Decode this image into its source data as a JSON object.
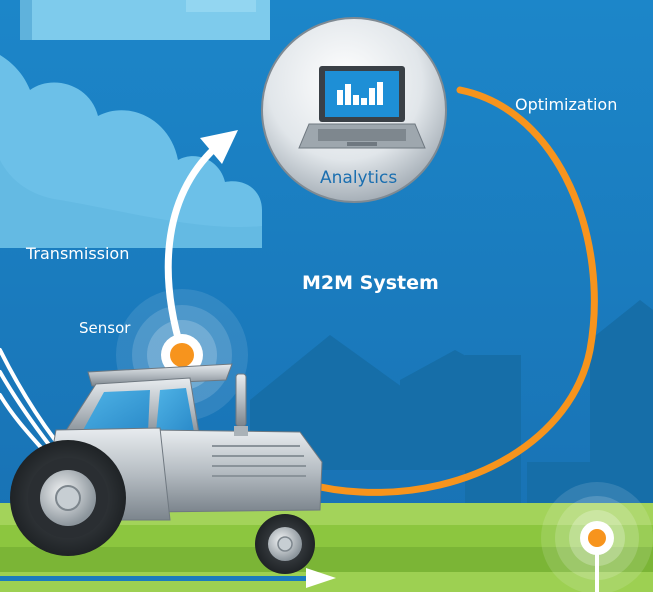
{
  "diagram": {
    "title": "M2M System",
    "labels": {
      "transmission": "Transmission",
      "optimization": "Optimization",
      "sensor": "Sensor",
      "analytics": "Analytics"
    }
  },
  "colors": {
    "sky": "#1a7bbf",
    "sky_deep": "#0f5f9d",
    "cloud": "#6ec3e8",
    "cloud_light": "#8fd3f0",
    "silhouette": "#166ea8",
    "grass": "#8cc63f",
    "grass_dark": "#6fa72d",
    "orange_loop": "#f7941d",
    "white_arrow": "#ffffff",
    "laptop_screen": "#1e8fd6",
    "analytics_text": "#1b6fb0"
  },
  "icons": {
    "analytics": "laptop-bar-chart-icon",
    "sensor": "sensor-pulse-icon",
    "vehicle": "tractor-icon"
  }
}
